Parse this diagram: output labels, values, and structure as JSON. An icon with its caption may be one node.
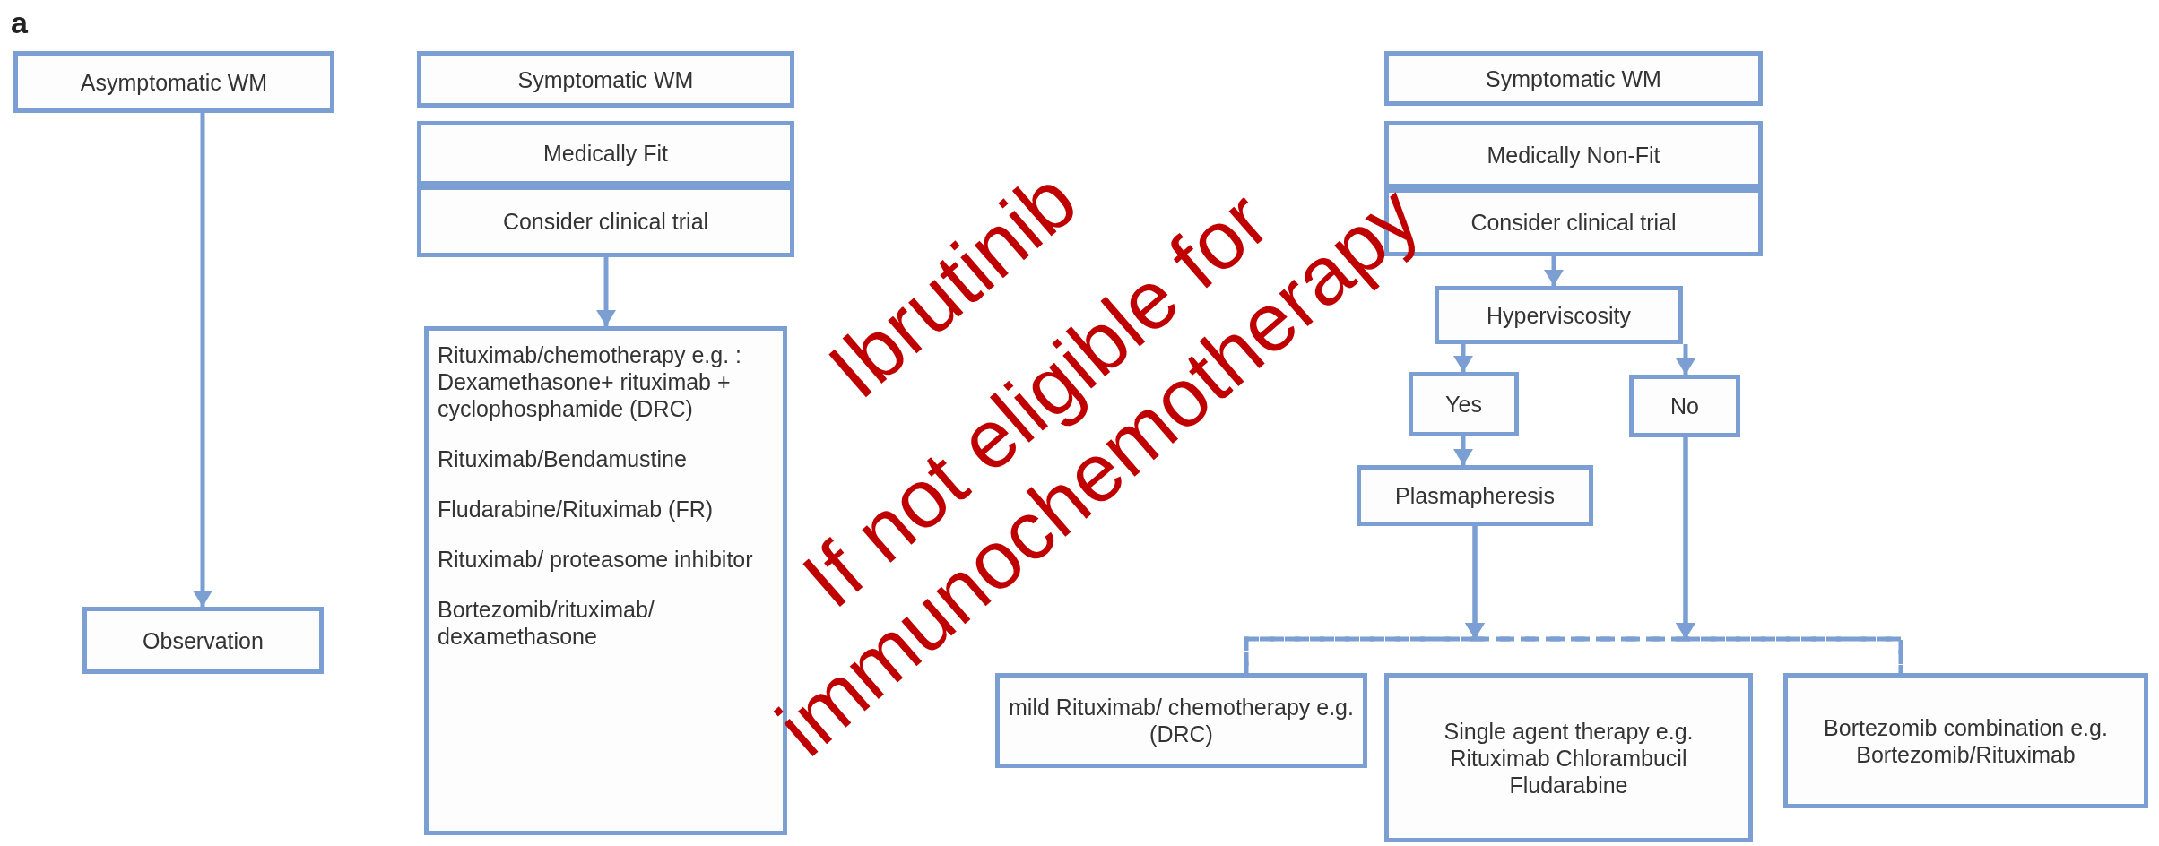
{
  "diagram": {
    "nodes": [
      {
        "text": [
          "Asymptomatic WM"
        ]
      },
      {
        "text": [
          "Symptomatic WM"
        ]
      },
      {
        "text": [
          "Medically Fit"
        ]
      },
      {
        "text": [
          "Consider clinical trial"
        ]
      },
      {
        "text": [
          "Symptomatic WM"
        ]
      },
      {
        "text": [
          "Medically Non-Fit"
        ]
      },
      {
        "text": [
          "Consider clinical trial"
        ]
      },
      {
        "text": [
          "Hyperviscosity"
        ]
      },
      {
        "text": [
          "Rituximab/chemotherapy e.g. : Dexamethasone+ rituximab + cyclophosphamide (DRC)",
          "Rituximab/Bendamustine",
          "Fludarabine/Rituximab (FR)",
          "Rituximab/ proteasome inhibitor",
          "Bortezomib/rituximab/ dexamethasone"
        ]
      },
      {
        "text": [
          "Yes"
        ]
      },
      {
        "text": [
          "No"
        ]
      },
      {
        "text": [
          "Observation"
        ]
      },
      {
        "text": [
          "Plasmapheresis"
        ]
      },
      {
        "text": [
          "mild Rituximab/ chemotherapy e.g. (DRC)"
        ]
      },
      {
        "text": [
          "Single agent therapy e.g. Rituximab Chlorambucil Fludarabine"
        ]
      },
      {
        "text": [
          "Bortezomib combination e.g. Bortezomib/Rituximab"
        ]
      }
    ],
    "edges": [
      {
        "from": 0,
        "to": 11,
        "arrow": "to"
      },
      {
        "from": 3,
        "to": 8,
        "arrow": "to"
      },
      {
        "from": 6,
        "to": 7,
        "arrow": "to"
      },
      {
        "from": 7,
        "to": 9,
        "arrow": "to"
      },
      {
        "from": 7,
        "to": 10,
        "arrow": "to"
      },
      {
        "from": 9,
        "to": 12,
        "arrow": "to"
      },
      {
        "from": 12,
        "to": 13,
        "arrow": "to",
        "style": "dashed"
      },
      {
        "from": 12,
        "to": 15,
        "arrow": "to",
        "style": "dashed"
      },
      {
        "from": 10,
        "to": 13,
        "arrow": "to",
        "style": "dashed"
      },
      {
        "from": 10,
        "to": 15,
        "arrow": "to",
        "style": "dashed"
      }
    ],
    "labels": [
      "a",
      "Ibrutinib",
      "If not eligible for immunochemotherapy"
    ]
  }
}
